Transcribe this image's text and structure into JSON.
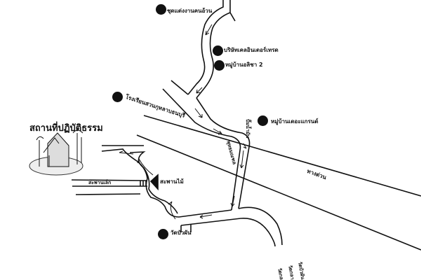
{
  "title": "สถานที่ปฏิบัติธรรม",
  "places": [
    {
      "name": "ชุดแต่งงานคนอ้วน"
    },
    {
      "name": "บริษัทเคลอินเตอร์เทรด"
    },
    {
      "name": "หมู่บ้านอลิชา 2"
    },
    {
      "name": "โรงเรียนสวนกุหลาบธนบุรี"
    },
    {
      "name": "หมู่บ้านเดอะแกรนด์"
    },
    {
      "name": "วัดบัวผัน"
    }
  ],
  "roads": {
    "expressway": "ทางด่วน",
    "small_bridge": "สะพานเล็ก",
    "wood_bridge": "สะพานไม้",
    "junction_right": "ปั๊มน้ำมัน",
    "junction_left": "พุทธมณฑล",
    "bottom": [
      "วัดบัวผัน",
      "วัดกลาง",
      "วัดกลาง"
    ]
  },
  "colors": {
    "ink": "#111111",
    "background": "#ffffff"
  }
}
